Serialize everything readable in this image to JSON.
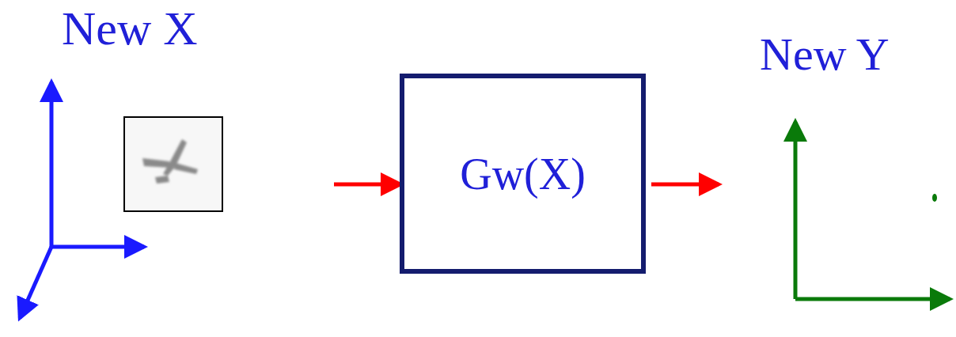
{
  "diagram": {
    "nodes": [
      {
        "text": [
          "Gw(X)"
        ]
      }
    ],
    "labels": [
      "New X",
      "New Y"
    ]
  }
}
